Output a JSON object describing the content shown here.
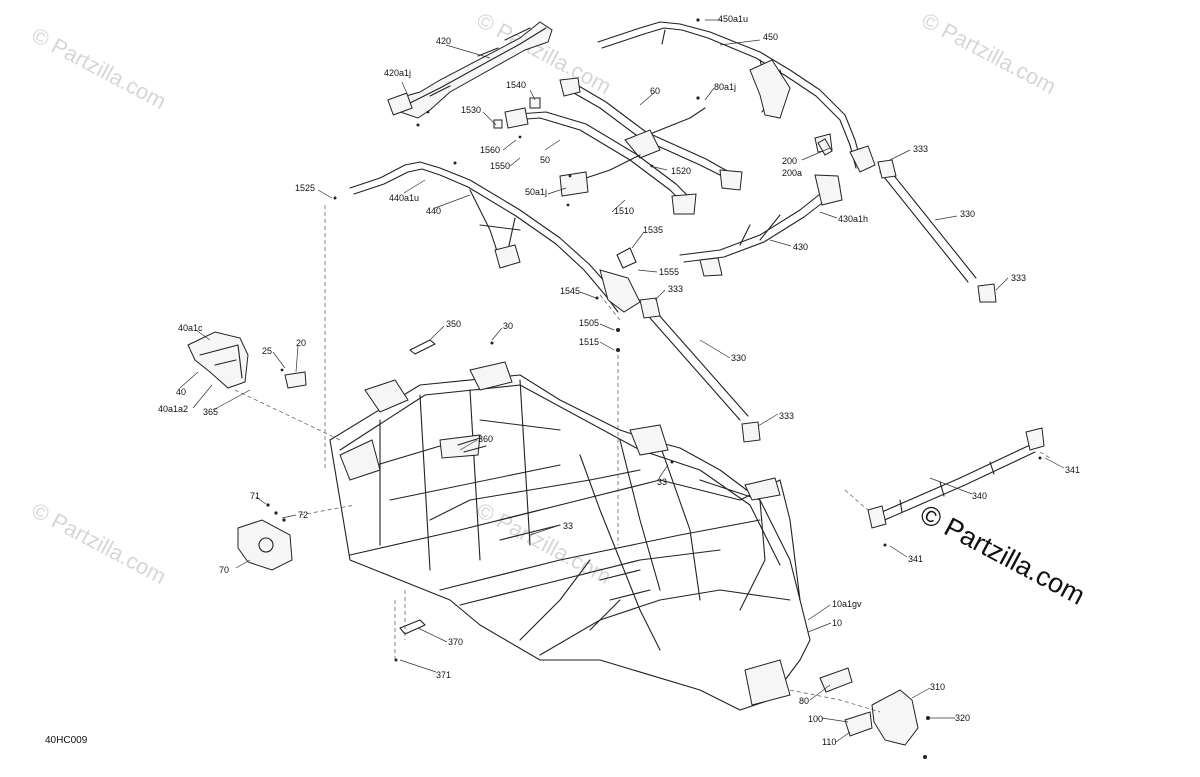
{
  "diagram_code": "40HC009",
  "watermark_text": "© Partzilla.com",
  "labels": [
    {
      "text": "420"
    },
    {
      "text": "420a1j"
    },
    {
      "text": "1540"
    },
    {
      "text": "60"
    },
    {
      "text": "80a1j"
    },
    {
      "text": "450a1u"
    },
    {
      "text": "450"
    },
    {
      "text": "1530"
    },
    {
      "text": "1560"
    },
    {
      "text": "1550"
    },
    {
      "text": "50"
    },
    {
      "text": "1520"
    },
    {
      "text": "50a1j"
    },
    {
      "text": "1510"
    },
    {
      "text": "200"
    },
    {
      "text": "200a"
    },
    {
      "text": "333"
    },
    {
      "text": "1525"
    },
    {
      "text": "440a1u"
    },
    {
      "text": "440"
    },
    {
      "text": "430a1h"
    },
    {
      "text": "330"
    },
    {
      "text": "1535"
    },
    {
      "text": "430"
    },
    {
      "text": "1555"
    },
    {
      "text": "1545"
    },
    {
      "text": "333"
    },
    {
      "text": "333"
    },
    {
      "text": "350"
    },
    {
      "text": "30"
    },
    {
      "text": "1505"
    },
    {
      "text": "1515"
    },
    {
      "text": "330"
    },
    {
      "text": "40a1c"
    },
    {
      "text": "25"
    },
    {
      "text": "20"
    },
    {
      "text": "40"
    },
    {
      "text": "40a1a2"
    },
    {
      "text": "365"
    },
    {
      "text": "360"
    },
    {
      "text": "333"
    },
    {
      "text": "33"
    },
    {
      "text": "341"
    },
    {
      "text": "71"
    },
    {
      "text": "72"
    },
    {
      "text": "340"
    },
    {
      "text": "33"
    },
    {
      "text": "70"
    },
    {
      "text": "341"
    },
    {
      "text": "10a1gv"
    },
    {
      "text": "10"
    },
    {
      "text": "370"
    },
    {
      "text": "371"
    },
    {
      "text": "310"
    },
    {
      "text": "80"
    },
    {
      "text": "100"
    },
    {
      "text": "320"
    },
    {
      "text": "110"
    }
  ]
}
